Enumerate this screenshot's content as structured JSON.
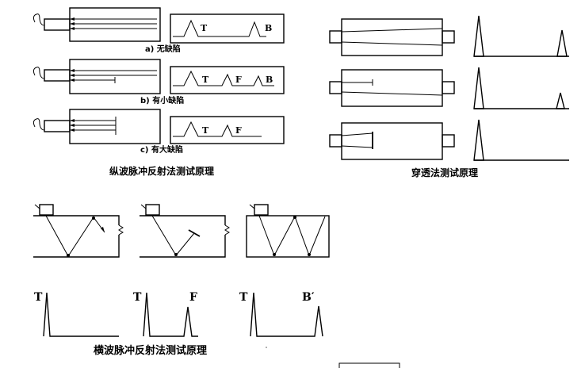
{
  "reflection": {
    "cases": [
      {
        "caption": "a) 无缺陷",
        "labels": [
          "T",
          "B"
        ]
      },
      {
        "caption": "b) 有小缺陷",
        "labels": [
          "T",
          "F",
          "B"
        ]
      },
      {
        "caption": "c) 有大缺陷",
        "labels": [
          "T",
          "F"
        ]
      }
    ],
    "title": "纵波脉冲反射法测试原理"
  },
  "transmission": {
    "title": "穿透法测试原理"
  },
  "shear": {
    "scopes": [
      {
        "labels": [
          "T"
        ]
      },
      {
        "labels": [
          "T",
          "F"
        ]
      },
      {
        "labels": [
          "T",
          "B′"
        ]
      }
    ],
    "title": "横波脉冲反射法测试原理"
  }
}
